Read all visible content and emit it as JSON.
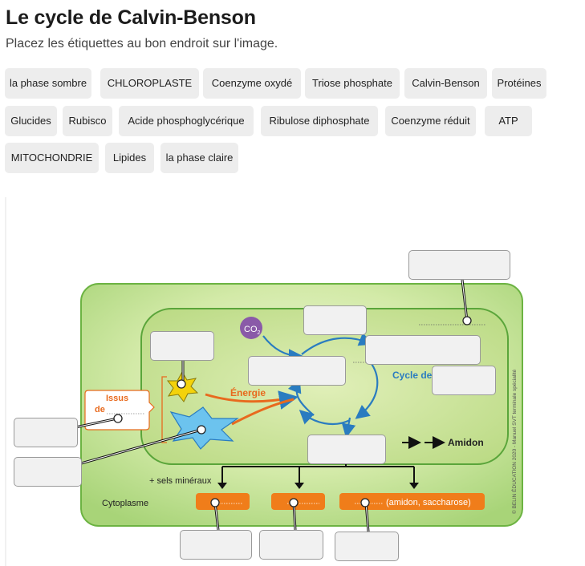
{
  "header": {
    "title": "Le cycle de Calvin-Benson",
    "instructions": "Placez les étiquettes au bon endroit sur l'image."
  },
  "labels": [
    "la phase sombre",
    "CHLOROPLASTE",
    "Coenzyme oxydé",
    "Triose phosphate",
    "Calvin-Benson",
    "Protéines",
    "Glucides",
    "Rubisco",
    "Acide phosphoglycérique",
    "Ribulose diphosphate",
    "Coenzyme réduit",
    "ATP",
    "MITOCHONDRIE",
    "Lipides",
    "la phase claire"
  ],
  "diagram": {
    "co2": "CO",
    "co2_sub": "2",
    "energie": "Énergie",
    "cycle_de": "Cycle de",
    "amidon": "Amidon",
    "issus": "Issus",
    "de": "de",
    "sels_mineraux": "+ sels minéraux",
    "cytoplasme": "Cytoplasme",
    "amidon_saccharose": "(amidon, saccharose)",
    "copyright": "© BELIN ÉDUCATION 2020 - Manuel SVT terminale spécialité",
    "colors": {
      "cell_green": "#a9d67a",
      "chloroplast_green": "#cfe69c",
      "arrow_blue": "#2a7cc0",
      "energy_orange": "#e86a1e",
      "product_orange": "#f07d1a",
      "co2_purple": "#8a5aa8"
    }
  }
}
